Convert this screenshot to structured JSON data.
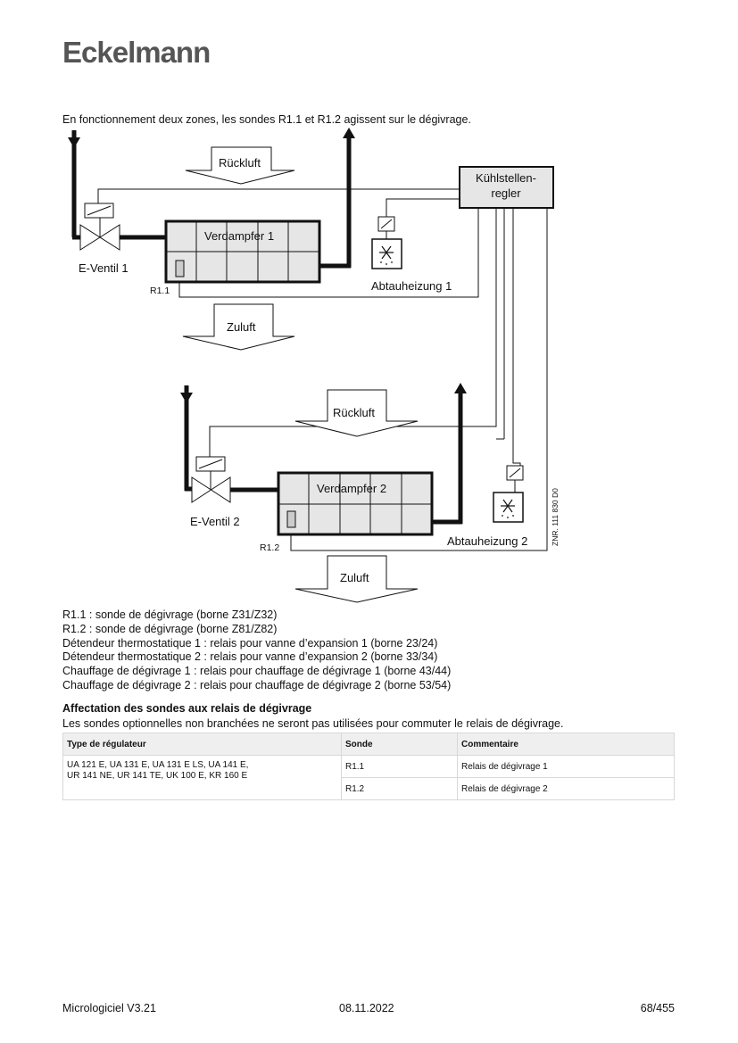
{
  "header": {
    "logo": "Eckelmann"
  },
  "intro": "En fonctionnement deux zones, les sondes R1.1 et R1.2 agissent sur le dégivrage.",
  "diagram": {
    "rueckluft": "Rückluft",
    "zuluft": "Zuluft",
    "controller_line1": "Kühlstellen-",
    "controller_line2": "regler",
    "evap1": "Verdampfer 1",
    "evap2": "Verdampfer 2",
    "valve1": "E-Ventil 1",
    "valve2": "E-Ventil 2",
    "probe1": "R1.1",
    "probe2": "R1.2",
    "heater1": "Abtauheizung 1",
    "heater2": "Abtauheizung 2",
    "znr": "ZNR. 111 830 D0"
  },
  "legend": [
    "R1.1 : sonde de dégivrage (borne Z31/Z32)",
    "R1.2 : sonde de dégivrage (borne Z81/Z82)",
    "Détendeur thermostatique 1 : relais pour vanne d’expansion 1 (borne 23/24)",
    "Détendeur thermostatique 2 : relais pour vanne d’expansion 2 (borne 33/34)",
    "Chauffage de dégivrage 1 : relais pour chauffage de dégivrage 1 (borne 43/44)",
    "Chauffage de dégivrage 2 : relais pour chauffage de dégivrage 2 (borne 53/54)"
  ],
  "section": {
    "title": "Affectation des sondes aux relais de dégivrage",
    "text": "Les sondes optionnelles non branchées ne seront pas utilisées pour commuter le relais de dégivrage."
  },
  "table": {
    "headers": [
      "Type de régulateur",
      "Sonde",
      "Commentaire"
    ],
    "type_line1": "UA 121 E, UA 131 E, UA 131 E LS, UA 141 E,",
    "type_line2": "UR 141 NE, UR 141 TE, UK 100 E, KR 160 E",
    "rows": [
      {
        "probe": "R1.1",
        "comment": "Relais de dégivrage 1"
      },
      {
        "probe": "R1.2",
        "comment": "Relais de dégivrage 2"
      }
    ]
  },
  "footer": {
    "left": "Micrologiciel V3.21",
    "center": "08.11.2022",
    "right": "68/455"
  }
}
